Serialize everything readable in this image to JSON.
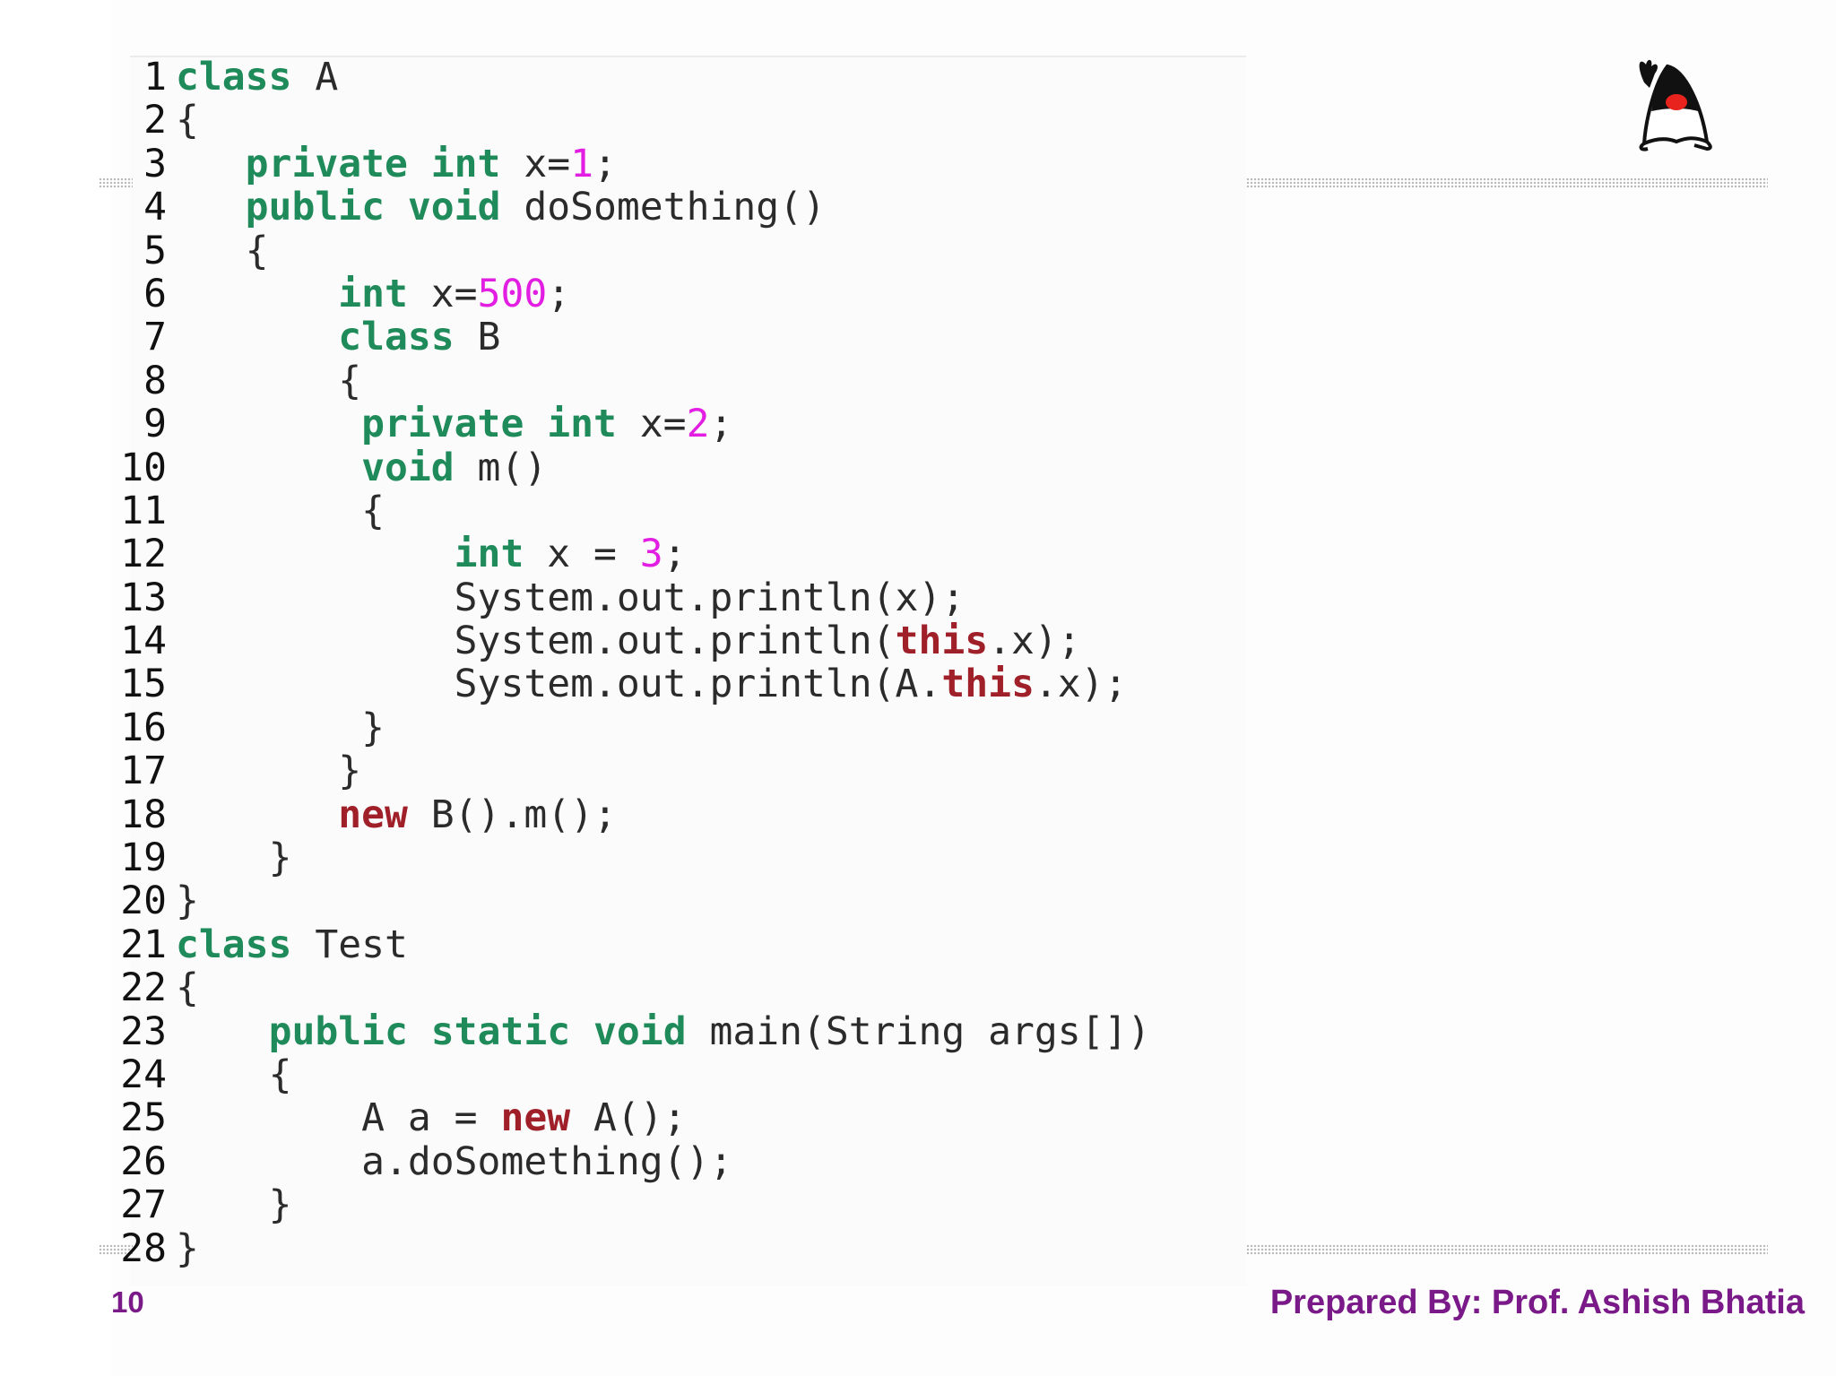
{
  "code": {
    "lines": [
      {
        "n": "1",
        "indent": "",
        "tokens": [
          {
            "t": "class",
            "c": "kw"
          },
          {
            "t": " A",
            "c": ""
          }
        ]
      },
      {
        "n": "2",
        "indent": "",
        "tokens": [
          {
            "t": "{",
            "c": ""
          }
        ]
      },
      {
        "n": "3",
        "indent": "   ",
        "tokens": [
          {
            "t": "private",
            "c": "kw"
          },
          {
            "t": " ",
            "c": ""
          },
          {
            "t": "int",
            "c": "kw"
          },
          {
            "t": " x=",
            "c": ""
          },
          {
            "t": "1",
            "c": "num"
          },
          {
            "t": ";",
            "c": ""
          }
        ]
      },
      {
        "n": "4",
        "indent": "   ",
        "tokens": [
          {
            "t": "public",
            "c": "kw"
          },
          {
            "t": " ",
            "c": ""
          },
          {
            "t": "void",
            "c": "kw"
          },
          {
            "t": " doSomething()",
            "c": ""
          }
        ]
      },
      {
        "n": "5",
        "indent": "   ",
        "tokens": [
          {
            "t": "{",
            "c": ""
          }
        ]
      },
      {
        "n": "6",
        "indent": "       ",
        "tokens": [
          {
            "t": "int",
            "c": "kw"
          },
          {
            "t": " x=",
            "c": ""
          },
          {
            "t": "500",
            "c": "num"
          },
          {
            "t": ";",
            "c": ""
          }
        ]
      },
      {
        "n": "7",
        "indent": "       ",
        "tokens": [
          {
            "t": "class",
            "c": "kw"
          },
          {
            "t": " B",
            "c": ""
          }
        ]
      },
      {
        "n": "8",
        "indent": "       ",
        "tokens": [
          {
            "t": "{",
            "c": ""
          }
        ]
      },
      {
        "n": "9",
        "indent": "        ",
        "tokens": [
          {
            "t": "private",
            "c": "kw"
          },
          {
            "t": " ",
            "c": ""
          },
          {
            "t": "int",
            "c": "kw"
          },
          {
            "t": " x=",
            "c": ""
          },
          {
            "t": "2",
            "c": "num"
          },
          {
            "t": ";",
            "c": ""
          }
        ]
      },
      {
        "n": "10",
        "indent": "        ",
        "tokens": [
          {
            "t": "void",
            "c": "kw"
          },
          {
            "t": " m()",
            "c": ""
          }
        ]
      },
      {
        "n": "11",
        "indent": "        ",
        "tokens": [
          {
            "t": "{",
            "c": ""
          }
        ]
      },
      {
        "n": "12",
        "indent": "            ",
        "tokens": [
          {
            "t": "int",
            "c": "kw"
          },
          {
            "t": " x = ",
            "c": ""
          },
          {
            "t": "3",
            "c": "num"
          },
          {
            "t": ";",
            "c": ""
          }
        ]
      },
      {
        "n": "13",
        "indent": "            ",
        "tokens": [
          {
            "t": "System.out.println(x);",
            "c": ""
          }
        ]
      },
      {
        "n": "14",
        "indent": "            ",
        "tokens": [
          {
            "t": "System.out.println(",
            "c": ""
          },
          {
            "t": "this",
            "c": "kr"
          },
          {
            "t": ".x);",
            "c": ""
          }
        ]
      },
      {
        "n": "15",
        "indent": "            ",
        "tokens": [
          {
            "t": "System.out.println(A.",
            "c": ""
          },
          {
            "t": "this",
            "c": "kr"
          },
          {
            "t": ".x);",
            "c": ""
          }
        ]
      },
      {
        "n": "16",
        "indent": "        ",
        "tokens": [
          {
            "t": "}",
            "c": ""
          }
        ]
      },
      {
        "n": "17",
        "indent": "       ",
        "tokens": [
          {
            "t": "}",
            "c": ""
          }
        ]
      },
      {
        "n": "18",
        "indent": "       ",
        "tokens": [
          {
            "t": "new",
            "c": "kr"
          },
          {
            "t": " B().m();",
            "c": ""
          }
        ]
      },
      {
        "n": "19",
        "indent": "    ",
        "tokens": [
          {
            "t": "}",
            "c": ""
          }
        ]
      },
      {
        "n": "20",
        "indent": "",
        "tokens": [
          {
            "t": "}",
            "c": ""
          }
        ]
      },
      {
        "n": "21",
        "indent": "",
        "tokens": [
          {
            "t": "class",
            "c": "kw"
          },
          {
            "t": " Test",
            "c": ""
          }
        ]
      },
      {
        "n": "22",
        "indent": "",
        "tokens": [
          {
            "t": "{",
            "c": ""
          }
        ]
      },
      {
        "n": "23",
        "indent": "    ",
        "tokens": [
          {
            "t": "public",
            "c": "kw"
          },
          {
            "t": " ",
            "c": ""
          },
          {
            "t": "static",
            "c": "kw"
          },
          {
            "t": " ",
            "c": ""
          },
          {
            "t": "void",
            "c": "kw"
          },
          {
            "t": " main(String args[])",
            "c": ""
          }
        ]
      },
      {
        "n": "24",
        "indent": "    ",
        "tokens": [
          {
            "t": "{",
            "c": ""
          }
        ]
      },
      {
        "n": "25",
        "indent": "        ",
        "tokens": [
          {
            "t": "A a = ",
            "c": ""
          },
          {
            "t": "new",
            "c": "kr"
          },
          {
            "t": " A();",
            "c": ""
          }
        ]
      },
      {
        "n": "26",
        "indent": "        ",
        "tokens": [
          {
            "t": "a.doSomething();",
            "c": ""
          }
        ]
      },
      {
        "n": "27",
        "indent": "    ",
        "tokens": [
          {
            "t": "}",
            "c": ""
          }
        ]
      },
      {
        "n": "28",
        "indent": "",
        "tokens": [
          {
            "t": "}",
            "c": ""
          }
        ]
      }
    ]
  },
  "colors": {
    "keyword": "#1f8a5a",
    "reserved": "#a0202a",
    "number": "#e31ee3",
    "footer": "#7a1a88"
  },
  "logo": {
    "icon": "java-duke-mascot-icon"
  },
  "footer": {
    "page_number": "10",
    "credit": "Prepared By: Prof. Ashish Bhatia"
  }
}
